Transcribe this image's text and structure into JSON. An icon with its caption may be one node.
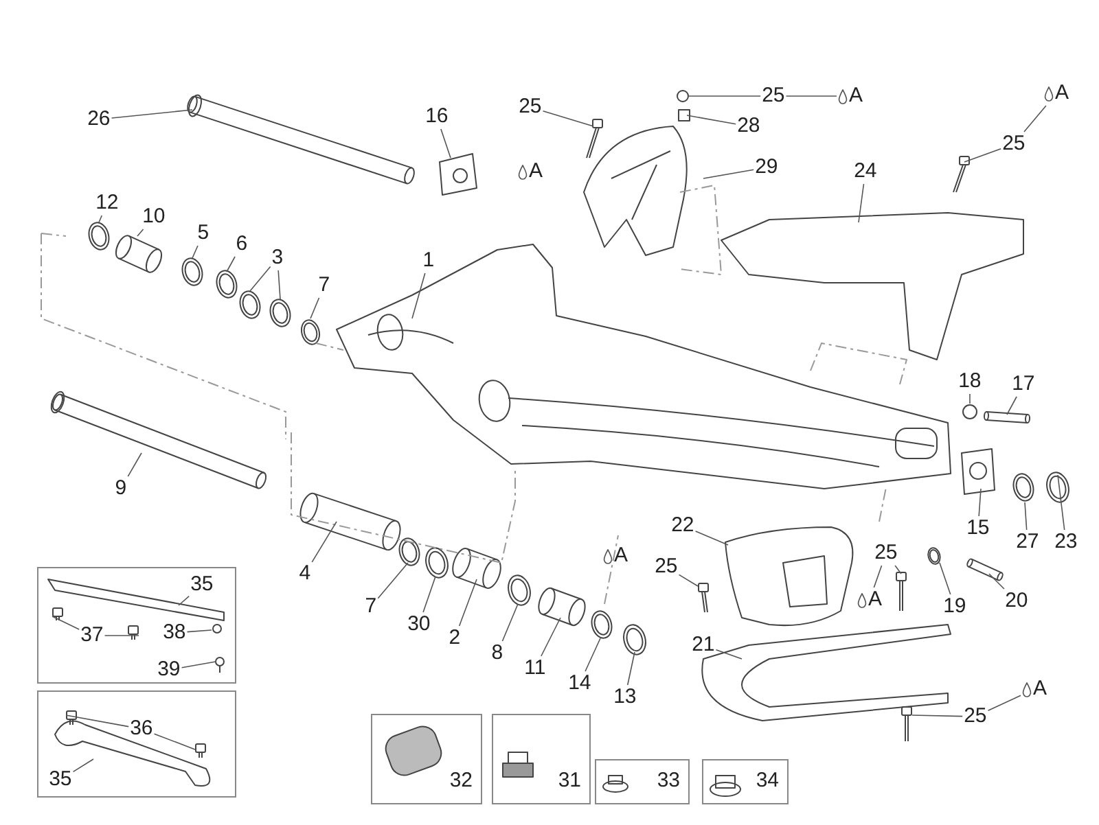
{
  "diagram": {
    "nodes": [
      {
        "text": [
          "26"
        ]
      },
      {
        "text": [
          "16"
        ]
      },
      {
        "text": [
          "25"
        ]
      },
      {
        "text": [
          "25"
        ]
      },
      {
        "text": [
          "A"
        ]
      },
      {
        "text": [
          "A"
        ]
      },
      {
        "text": [
          "28"
        ]
      },
      {
        "text": [
          "25"
        ]
      },
      {
        "text": [
          "29"
        ]
      },
      {
        "text": [
          "24"
        ]
      },
      {
        "text": [
          "12"
        ]
      },
      {
        "text": [
          "10"
        ]
      },
      {
        "text": [
          "5"
        ]
      },
      {
        "text": [
          "6"
        ]
      },
      {
        "text": [
          "3"
        ]
      },
      {
        "text": [
          "7"
        ]
      },
      {
        "text": [
          "1"
        ]
      },
      {
        "text": [
          "18"
        ]
      },
      {
        "text": [
          "17"
        ]
      },
      {
        "text": [
          "9"
        ]
      },
      {
        "text": [
          "15"
        ]
      },
      {
        "text": [
          "27"
        ]
      },
      {
        "text": [
          "23"
        ]
      },
      {
        "text": [
          "22"
        ]
      },
      {
        "text": [
          "25"
        ]
      },
      {
        "text": [
          "25"
        ]
      },
      {
        "text": [
          "A"
        ]
      },
      {
        "text": [
          "4"
        ]
      },
      {
        "text": [
          "19"
        ]
      },
      {
        "text": [
          "20"
        ]
      },
      {
        "text": [
          "7"
        ]
      },
      {
        "text": [
          "30"
        ]
      },
      {
        "text": [
          "2"
        ]
      },
      {
        "text": [
          "8"
        ]
      },
      {
        "text": [
          "11"
        ]
      },
      {
        "text": [
          "14"
        ]
      },
      {
        "text": [
          "13"
        ]
      },
      {
        "text": [
          "21"
        ]
      },
      {
        "text": [
          "A"
        ]
      },
      {
        "text": [
          "25"
        ]
      },
      {
        "text": [],
        "shape": "box"
      },
      {
        "text": [
          "35"
        ],
        "in": 40
      },
      {
        "text": [
          "37"
        ],
        "in": 40
      },
      {
        "text": [
          "38"
        ],
        "in": 40
      },
      {
        "text": [
          "39"
        ],
        "in": 40
      },
      {
        "text": [],
        "shape": "box"
      },
      {
        "text": [
          "36"
        ],
        "in": 45
      },
      {
        "text": [
          "35"
        ],
        "in": 45
      },
      {
        "text": [
          "32"
        ]
      },
      {
        "text": [
          "31"
        ]
      },
      {
        "text": [
          "33"
        ]
      },
      {
        "text": [
          "34"
        ]
      }
    ],
    "edges": [
      {
        "from": 0,
        "to": null,
        "arrow": "none"
      },
      {
        "from": 1,
        "to": null,
        "arrow": "none"
      },
      {
        "from": 2,
        "to": null,
        "arrow": "none"
      },
      {
        "from": 3,
        "to": null,
        "arrow": "none"
      },
      {
        "from": 3,
        "to": 4,
        "arrow": "none"
      },
      {
        "from": 6,
        "to": null,
        "arrow": "none"
      },
      {
        "from": 7,
        "to": null,
        "arrow": "none"
      },
      {
        "from": 7,
        "to": 5,
        "arrow": "none"
      },
      {
        "from": 8,
        "to": null,
        "arrow": "none"
      },
      {
        "from": 9,
        "to": null,
        "arrow": "none"
      },
      {
        "from": 10,
        "to": null,
        "arrow": "none"
      },
      {
        "from": 11,
        "to": null,
        "arrow": "none"
      },
      {
        "from": 12,
        "to": null,
        "arrow": "none"
      },
      {
        "from": 13,
        "to": null,
        "arrow": "none"
      },
      {
        "from": 14,
        "to": null,
        "arrow": "none"
      },
      {
        "from": 14,
        "to": null,
        "arrow": "none"
      },
      {
        "from": 15,
        "to": null,
        "arrow": "none"
      },
      {
        "from": 16,
        "to": null,
        "arrow": "none"
      },
      {
        "from": 17,
        "to": null,
        "arrow": "none"
      },
      {
        "from": 18,
        "to": null,
        "arrow": "none"
      },
      {
        "from": 19,
        "to": null,
        "arrow": "none"
      },
      {
        "from": 20,
        "to": null,
        "arrow": "none"
      },
      {
        "from": 21,
        "to": null,
        "arrow": "none"
      },
      {
        "from": 22,
        "to": null,
        "arrow": "none"
      },
      {
        "from": 23,
        "to": null,
        "arrow": "none"
      },
      {
        "from": 24,
        "to": null,
        "arrow": "none"
      },
      {
        "from": 25,
        "to": 26,
        "arrow": "none"
      },
      {
        "from": 25,
        "to": null,
        "arrow": "none"
      },
      {
        "from": 27,
        "to": null,
        "arrow": "none"
      },
      {
        "from": 28,
        "to": null,
        "arrow": "none"
      },
      {
        "from": 29,
        "to": null,
        "arrow": "none"
      },
      {
        "from": 30,
        "to": null,
        "arrow": "none"
      },
      {
        "from": 31,
        "to": null,
        "arrow": "none"
      },
      {
        "from": 32,
        "to": null,
        "arrow": "none"
      },
      {
        "from": 33,
        "to": null,
        "arrow": "none"
      },
      {
        "from": 34,
        "to": null,
        "arrow": "none"
      },
      {
        "from": 35,
        "to": null,
        "arrow": "none"
      },
      {
        "from": 36,
        "to": null,
        "arrow": "none"
      },
      {
        "from": 37,
        "to": null,
        "arrow": "none"
      },
      {
        "from": 39,
        "to": null,
        "arrow": "none"
      },
      {
        "from": 39,
        "to": 38,
        "arrow": "none"
      },
      {
        "from": 41,
        "to": null,
        "arrow": "none"
      },
      {
        "from": 42,
        "to": null,
        "arrow": "none"
      },
      {
        "from": 42,
        "to": null,
        "arrow": "none"
      },
      {
        "from": 43,
        "to": null,
        "arrow": "none"
      },
      {
        "from": 44,
        "to": null,
        "arrow": "none"
      },
      {
        "from": 46,
        "to": null,
        "arrow": "none"
      },
      {
        "from": 46,
        "to": null,
        "arrow": "none"
      },
      {
        "from": 47,
        "to": null,
        "arrow": "none"
      }
    ],
    "labels": [
      "A",
      "A"
    ]
  }
}
